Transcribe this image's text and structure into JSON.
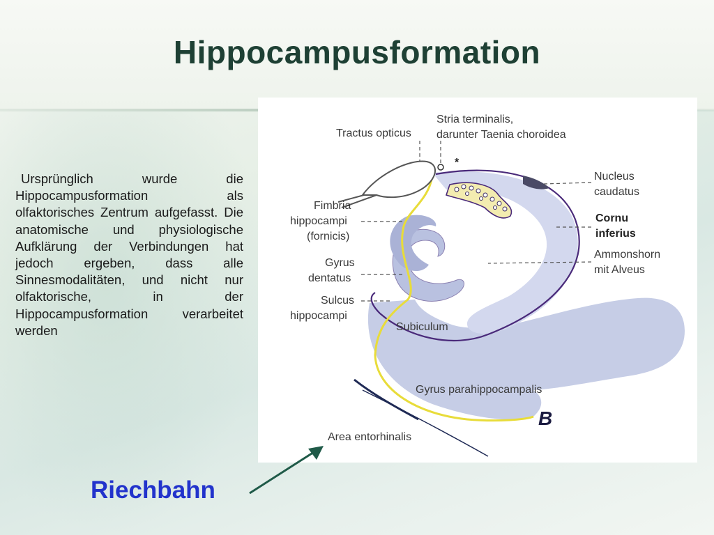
{
  "slide": {
    "title": "Hippocampusformation",
    "body_text": "Ursprünglich wurde die Hippocampusformation als olfaktorisches Zentrum aufgefasst. Die anatomische und physiologische Aufklärung der Verbindungen hat jedoch ergeben, dass alle Sinnesmodalitäten, und nicht nur olfaktorische, in der Hippocampusformation verarbeitet werden",
    "callout_label": "Riechbahn"
  },
  "figure": {
    "panel_letter": "B",
    "asterisk": "*",
    "labels": {
      "tractus_opticus": "Tractus opticus",
      "stria_line1": "Stria terminalis,",
      "stria_line2": "darunter Taenia choroidea",
      "nucleus_line1": "Nucleus",
      "nucleus_line2": "caudatus",
      "cornu_line1": "Cornu",
      "cornu_line2": "inferius",
      "ammonshorn_line1": "Ammonshorn",
      "ammonshorn_line2": "mit Alveus",
      "fimbria_line1": "Fimbria",
      "fimbria_line2": "hippocampi",
      "fimbria_line3": "(fornicis)",
      "gyrus_dentatus_line1": "Gyrus",
      "gyrus_dentatus_line2": "dentatus",
      "sulcus_line1": "Sulcus",
      "sulcus_line2": "hippocampi",
      "subiculum": "Subiculum",
      "gyrus_parahippocampalis": "Gyrus parahippocampalis",
      "area_entorhinalis": "Area entorhinalis"
    }
  },
  "colors": {
    "title": "#1e4034",
    "callout": "#2233cc",
    "arrow": "#1f5a48",
    "tissue_fill": "#c6cde6",
    "outline_purple": "#4a2a7a",
    "outline_yellow": "#e8dc3a"
  }
}
